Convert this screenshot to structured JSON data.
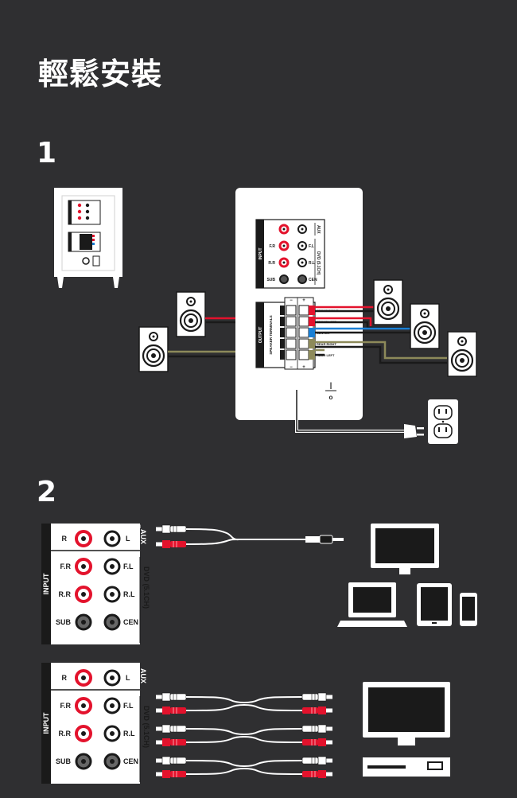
{
  "title": "輕鬆安裝",
  "steps": {
    "one": "1",
    "two": "2"
  },
  "panel": {
    "input": "INPUT",
    "aux": "AUX",
    "dvd": "DVD (5.1CH)",
    "output": "OUTPUT",
    "speaker_terminals": "SPEAKER TERMINALS",
    "jacks": {
      "r": "R",
      "l": "L",
      "fr": "F.R",
      "fl": "F.L",
      "rr": "R.R",
      "rl": "R.L",
      "sub": "SUB",
      "cen": "CEN"
    },
    "terminals": {
      "front_right": "FRONT RIGHT",
      "front_left": "FRONT LEFT",
      "center": "CENTER",
      "rear_right": "REAR RIGHT",
      "rear_left": "REAR LEFT",
      "minus": "−",
      "plus": "+"
    },
    "power_on": "|",
    "power_off": "o"
  },
  "colors": {
    "background": "#2f2f31",
    "panel": "#ffffff",
    "red": "#e3122c",
    "blue": "#1a7fd4",
    "olive": "#8d8a5a",
    "black": "#1a1a1a"
  }
}
